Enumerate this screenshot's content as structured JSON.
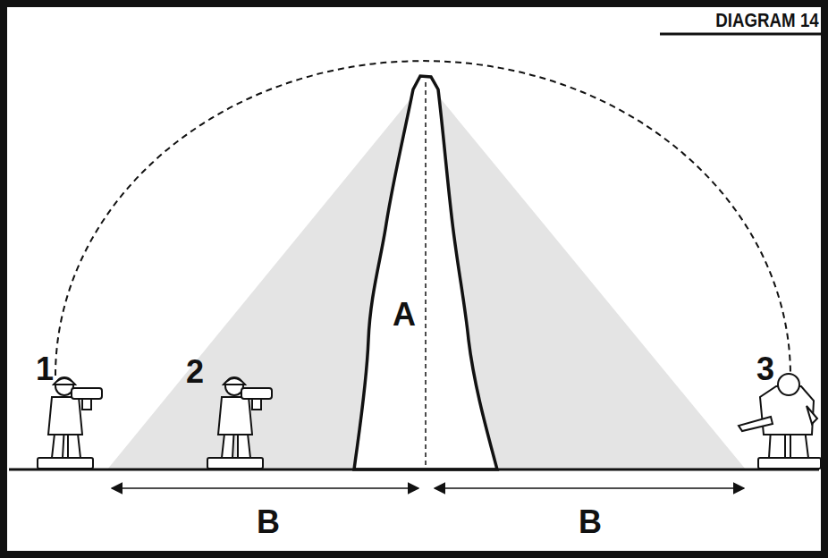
{
  "diagram": {
    "title": "DIAGRAM 14",
    "labels": [
      "1",
      "2",
      "A",
      "3",
      "B",
      "B"
    ]
  }
}
